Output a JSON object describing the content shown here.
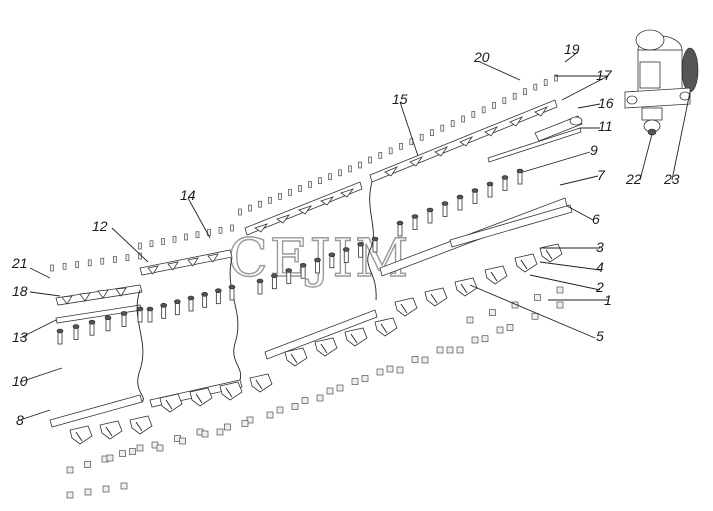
{
  "callouts": [
    {
      "id": "c1",
      "text": "1"
    },
    {
      "id": "c2",
      "text": "2"
    },
    {
      "id": "c3",
      "text": "3"
    },
    {
      "id": "c4",
      "text": "4"
    },
    {
      "id": "c5",
      "text": "5"
    },
    {
      "id": "c6",
      "text": "6"
    },
    {
      "id": "c7",
      "text": "7"
    },
    {
      "id": "c8",
      "text": "8"
    },
    {
      "id": "c9",
      "text": "9"
    },
    {
      "id": "c10",
      "text": "10"
    },
    {
      "id": "c11",
      "text": "11"
    },
    {
      "id": "c12",
      "text": "12"
    },
    {
      "id": "c13",
      "text": "13"
    },
    {
      "id": "c14",
      "text": "14"
    },
    {
      "id": "c15",
      "text": "15"
    },
    {
      "id": "c16",
      "text": "16"
    },
    {
      "id": "c17",
      "text": "17"
    },
    {
      "id": "c18",
      "text": "18"
    },
    {
      "id": "c19",
      "text": "19"
    },
    {
      "id": "c20",
      "text": "20"
    },
    {
      "id": "c21",
      "text": "21"
    },
    {
      "id": "c22",
      "text": "22"
    },
    {
      "id": "c23",
      "text": "23"
    }
  ],
  "watermark": "CEJIM"
}
